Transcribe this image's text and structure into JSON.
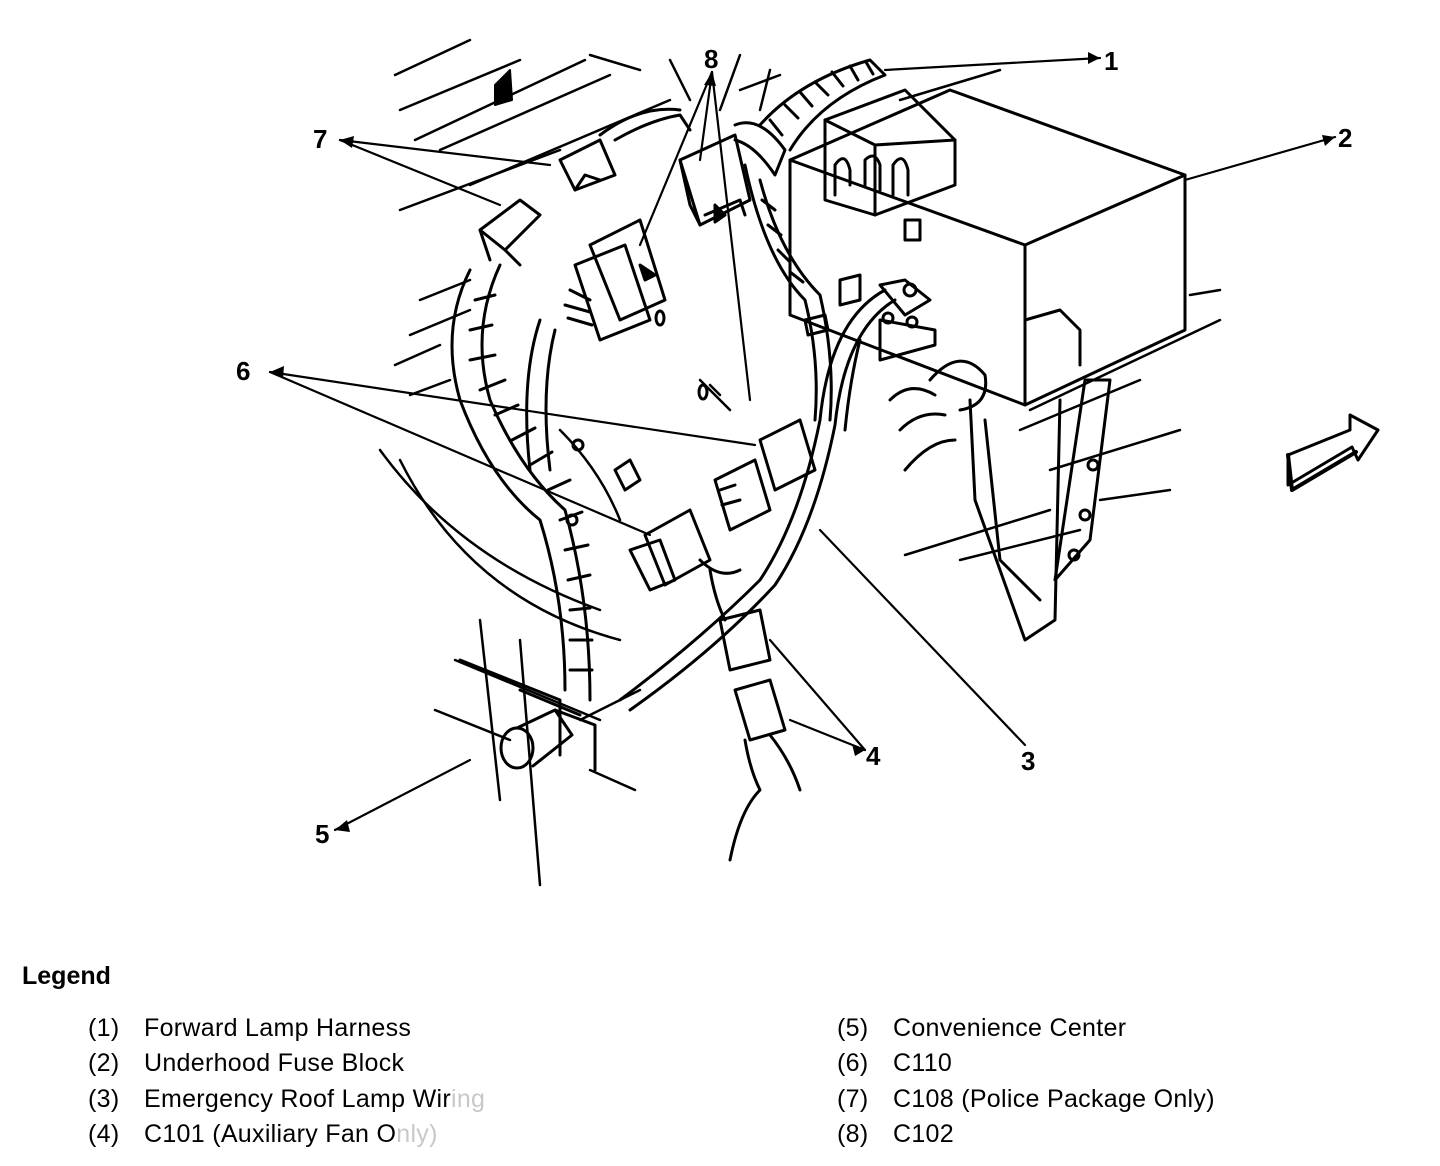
{
  "callouts": [
    "1",
    "2",
    "3",
    "4",
    "5",
    "6",
    "7",
    "8"
  ],
  "legend": {
    "title": "Legend",
    "items": [
      {
        "num": "(1)",
        "label": "Forward Lamp Harness"
      },
      {
        "num": "(2)",
        "label": "Underhood Fuse Block"
      },
      {
        "num": "(3)",
        "label": "Emergency Roof Lamp Wir",
        "faded": "ing"
      },
      {
        "num": "(4)",
        "label": "C101 (Auxiliary Fan O",
        "faded": "nly)"
      },
      {
        "num": "(5)",
        "label": "Convenience Center"
      },
      {
        "num": "(6)",
        "label": "C110"
      },
      {
        "num": "(7)",
        "label": "C108 (Police Package Only)"
      },
      {
        "num": "(8)",
        "label": "C102"
      }
    ]
  },
  "colors": {
    "ink": "#000000",
    "paper": "#ffffff",
    "faded_text": "#c8c8c8"
  }
}
